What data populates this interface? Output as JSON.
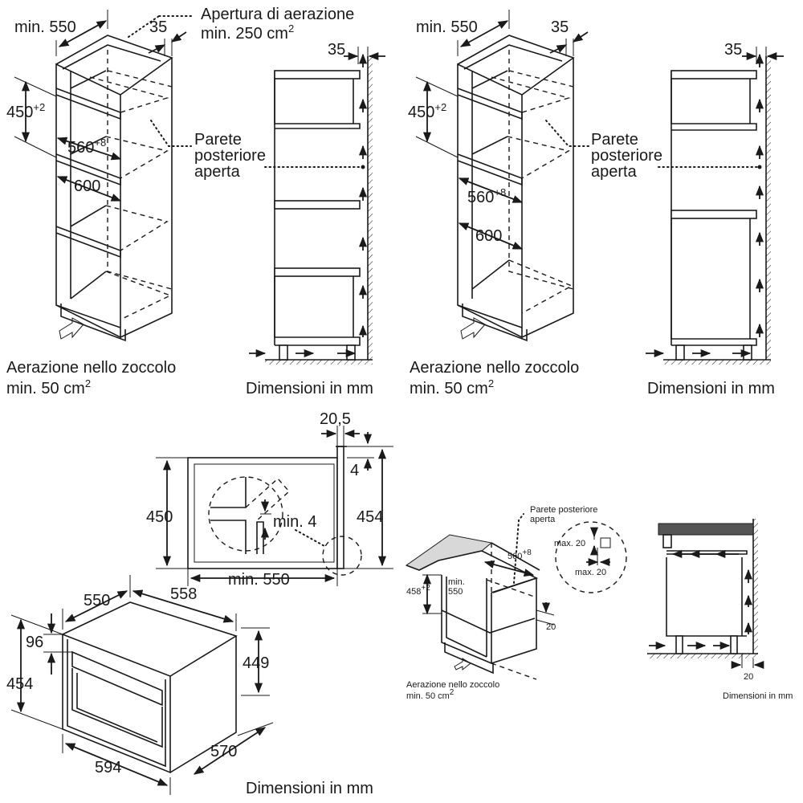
{
  "diagram1": {
    "min_depth": "min. 550",
    "gap_35": "35",
    "vent_opening_line1": "Apertura di aerazione",
    "vent_opening_line2": "min. 250 cm",
    "vent_opening_sup": "2",
    "height_450": "450",
    "height_450_sup": "+2",
    "width_560": "560",
    "width_560_sup": "+8",
    "depth_600": "600",
    "rear_wall_line1": "Parete",
    "rear_wall_line2": "posteriore",
    "rear_wall_line3": "aperta",
    "plinth_line1": "Aerazione nello zoccolo",
    "plinth_line2": "min. 50 cm",
    "plinth_sup": "2"
  },
  "diagram2": {
    "gap_35": "35",
    "units": "Dimensioni in mm"
  },
  "diagram3": {
    "min_depth": "min. 550",
    "gap_35": "35",
    "height_450": "450",
    "height_450_sup": "+2",
    "width_560": "560",
    "width_560_sup": "+8",
    "depth_600": "600",
    "rear_wall_line1": "Parete",
    "rear_wall_line2": "posteriore",
    "rear_wall_line3": "aperta",
    "plinth_line1": "Aerazione nello zoccolo",
    "plinth_line2": "min. 50 cm",
    "plinth_sup": "2"
  },
  "diagram4": {
    "gap_35": "35",
    "units": "Dimensioni in mm"
  },
  "topview": {
    "dim_20_5": "20,5",
    "dim_4": "4",
    "dim_450": "450",
    "dim_454": "454",
    "min_4": "min. 4",
    "min_550": "min. 550"
  },
  "appliance": {
    "dim_550": "550",
    "dim_558": "558",
    "dim_96": "96",
    "dim_449": "449",
    "dim_454": "454",
    "dim_594": "594",
    "dim_570": "570",
    "units": "Dimensioni in mm"
  },
  "undercounter": {
    "rear_wall_line1": "Parete posteriore",
    "rear_wall_line2": "aperta",
    "dim_560": "560",
    "dim_560_sup": "+8",
    "dim_458": "458",
    "dim_458_sup": "+2",
    "min_label": "min.",
    "min_550": "550",
    "max_20_a": "max. 20",
    "max_20_b": "max. 20",
    "dim_20": "20",
    "plinth_line1": "Aerazione nello zoccolo",
    "plinth_line2": "min. 50 cm",
    "plinth_sup": "2"
  },
  "undercounter_side": {
    "dim_20": "20",
    "units": "Dimensioni in mm"
  }
}
